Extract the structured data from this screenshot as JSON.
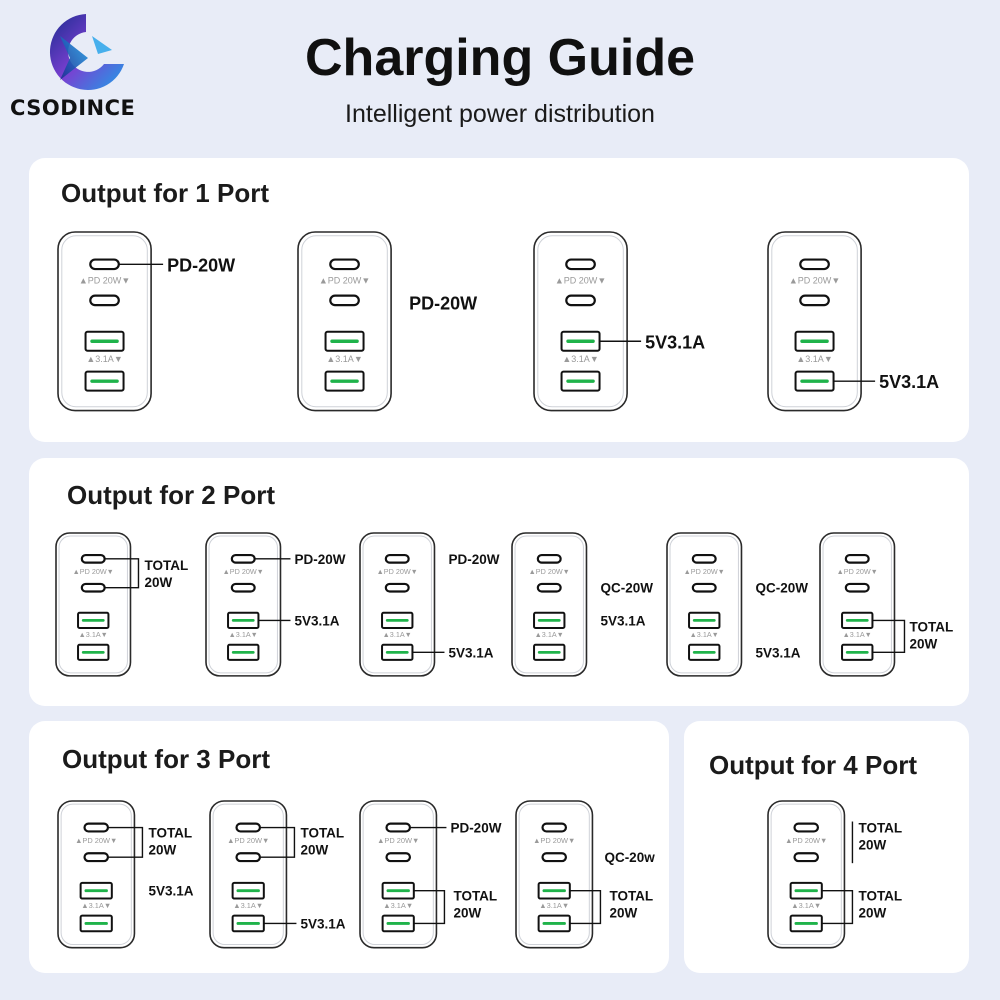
{
  "header": {
    "brand": "CSODINCE",
    "title": "Charging Guide",
    "subtitle": "Intelligent power distribution"
  },
  "colors": {
    "background": "#e8ecf7",
    "panel": "#ffffff",
    "usb_a_indicator": "#1fb34a",
    "logo_gradient": [
      "#1c2c8f",
      "#7a3fd1",
      "#1ea0e8"
    ]
  },
  "charger_port_labels": {
    "usbc_rating": "▲PD 20W▼",
    "usba_rating": "▲3.1A▼"
  },
  "sections": [
    {
      "title": "Output for 1 Port",
      "chargers": [
        {
          "labels": [
            "PD-20W"
          ]
        },
        {
          "labels": [
            "PD-20W"
          ]
        },
        {
          "labels": [
            "5V3.1A"
          ]
        },
        {
          "labels": [
            "5V3.1A"
          ]
        }
      ]
    },
    {
      "title": "Output for 2 Port",
      "chargers": [
        {
          "labels": [
            "TOTAL",
            "20W"
          ]
        },
        {
          "labels": [
            "PD-20W",
            "5V3.1A"
          ]
        },
        {
          "labels": [
            "PD-20W",
            "5V3.1A"
          ]
        },
        {
          "labels": [
            "QC-20W",
            "5V3.1A"
          ]
        },
        {
          "labels": [
            "QC-20W",
            "5V3.1A"
          ]
        },
        {
          "labels": [
            "TOTAL",
            "20W"
          ]
        }
      ]
    },
    {
      "title": "Output for 3 Port",
      "chargers": [
        {
          "labels": [
            "TOTAL",
            "20W",
            "5V3.1A"
          ]
        },
        {
          "labels": [
            "TOTAL",
            "20W",
            "5V3.1A"
          ]
        },
        {
          "labels": [
            "PD-20W",
            "TOTAL",
            "20W"
          ]
        },
        {
          "labels": [
            "QC-20w",
            "TOTAL",
            "20W"
          ]
        }
      ]
    },
    {
      "title": "Output for 4 Port",
      "chargers": [
        {
          "labels": [
            "TOTAL",
            "20W",
            "TOTAL",
            "20W"
          ]
        }
      ]
    }
  ]
}
